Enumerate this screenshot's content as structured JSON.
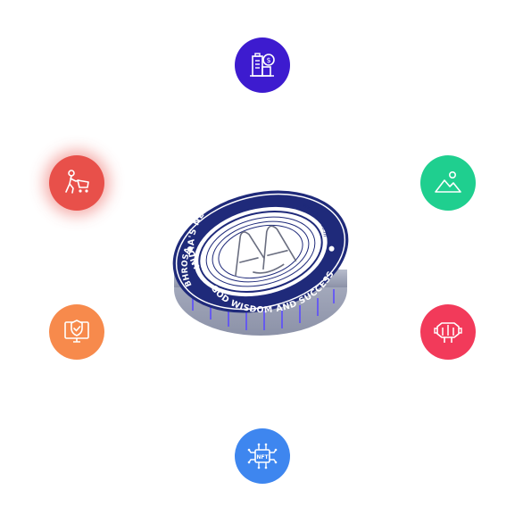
{
  "coin": {
    "ring_top_text": "INDIA'S NEW DIGITAL HISTORY",
    "ring_left_text": "BHROSA",
    "ring_bottom_text": "GOD WISDOM AND SUCCESS",
    "inner_url": "www.bhrosa.in",
    "logo_letters": "AA",
    "colors": {
      "rim": "#1f2a7a",
      "face": "#ffffff",
      "edge": "#9aa0b6",
      "glow": "#5b4cff"
    }
  },
  "nodes": [
    {
      "id": "finance-building",
      "icon": "building-dollar-icon",
      "color": "#3d1bcf",
      "glyph": "$"
    },
    {
      "id": "shopping-cart",
      "icon": "person-cart-icon",
      "color": "#e8504a"
    },
    {
      "id": "landscape",
      "icon": "mountain-image-icon",
      "color": "#1fcf8f"
    },
    {
      "id": "security-monitor",
      "icon": "shield-monitor-icon",
      "color": "#f78a4c"
    },
    {
      "id": "vr-headset",
      "icon": "vr-headset-icon",
      "color": "#f23a5a"
    },
    {
      "id": "nft-chip",
      "icon": "nft-chip-icon",
      "color": "#3e86ef",
      "glyph": "NFT"
    }
  ]
}
